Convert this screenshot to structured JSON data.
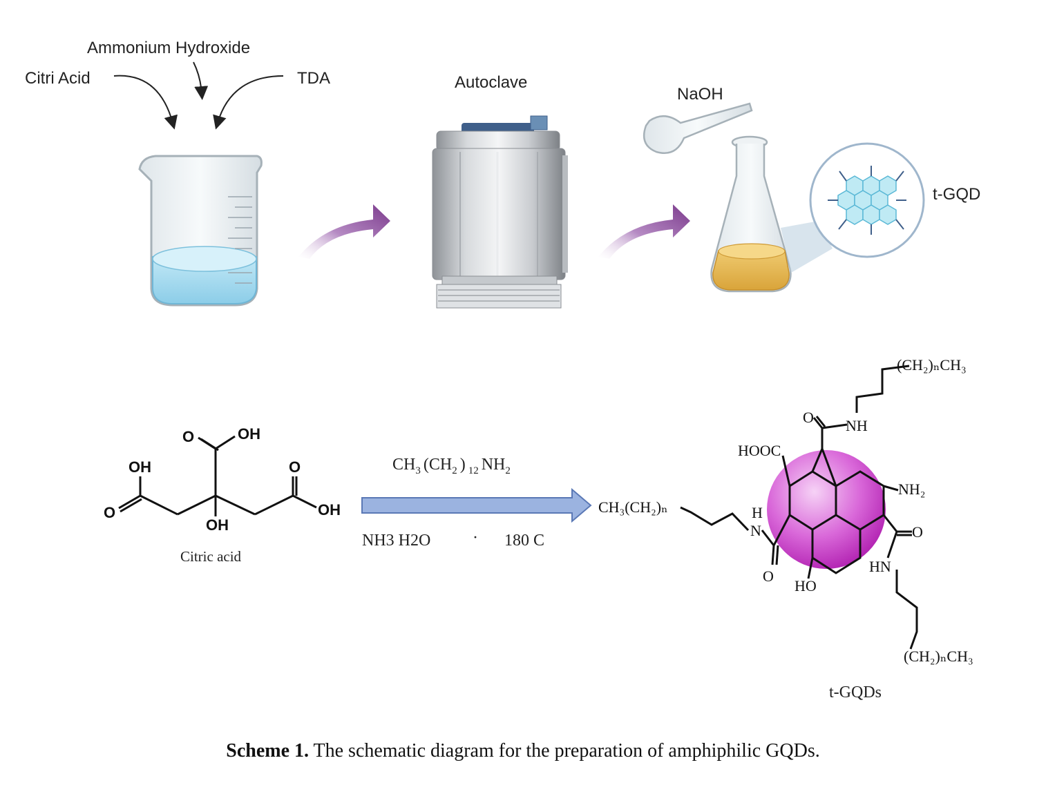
{
  "top": {
    "reagents": {
      "ammonium": "Ammonium  Hydroxide",
      "citric": "Citri Acid",
      "tda": "TDA"
    },
    "autoclave": "Autoclave",
    "naoh": "NaOH",
    "product": "t-GQD"
  },
  "reaction": {
    "reactant_label": "Citric acid",
    "reagent": {
      "main": "CH",
      "sub1": "3",
      "mid": "(CH",
      "sub2": "2",
      "close": ")",
      "sub3": "12",
      "tail": "NH",
      "sub4": "2"
    },
    "conditions_left": "NH3 H2O",
    "conditions_dot": "·",
    "conditions_right": "180 C",
    "product_label": "t-GQDs"
  },
  "molecule": {
    "citric": {
      "oh_top": "OH",
      "o_top": "O",
      "oh_left": "OH",
      "o_left": "O",
      "o_right": "O",
      "oh_right": "OH",
      "oh_center": "OH"
    },
    "gqd": {
      "chain_top": "(CH₂)ₙCH₃",
      "nh_top": "NH",
      "o_top": "O",
      "hooc": "HOOC",
      "nh2": "NH₂",
      "chain_left": "CH₃(CH₂)ₙ",
      "h_left": "H",
      "n_left": "N",
      "o_left": "O",
      "ho": "HO",
      "o_right": "O",
      "hn": "HN",
      "chain_bottom": "(CH₂)ₙCH₃"
    }
  },
  "caption": {
    "bold": "Scheme 1.",
    "text": " The schematic diagram for the preparation of amphiphilic GQDs."
  },
  "colors": {
    "arrow_purple": "#7b3a8c",
    "liquid_blue": "#a9dcef",
    "liquid_amber": "#e8b64a",
    "sphere_magenta": "#cc33cc",
    "reaction_arrow": "#9bb3e0"
  }
}
